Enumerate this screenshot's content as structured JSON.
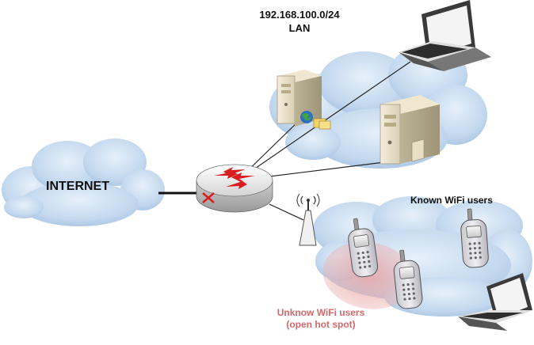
{
  "lan": {
    "subnet": "192.168.100.0/24",
    "label": "LAN"
  },
  "internet": {
    "label": "INTERNET"
  },
  "known_wifi": {
    "label": "Known WiFi users"
  },
  "unknown_wifi": {
    "line1": "Unknow WiFi users",
    "line2": "(open hot spot)"
  },
  "colors": {
    "cloud_fill": "#c8dcef",
    "cloud_shade": "#a9c6e2",
    "hotspot": "#e8a0a0",
    "unknown_text": "#d06a6a",
    "router_arrow": "#d81e1e"
  },
  "icons": [
    "cloud-icon",
    "router-icon",
    "server-icon",
    "laptop-icon",
    "phone-icon",
    "antenna-icon",
    "globe-icon"
  ]
}
